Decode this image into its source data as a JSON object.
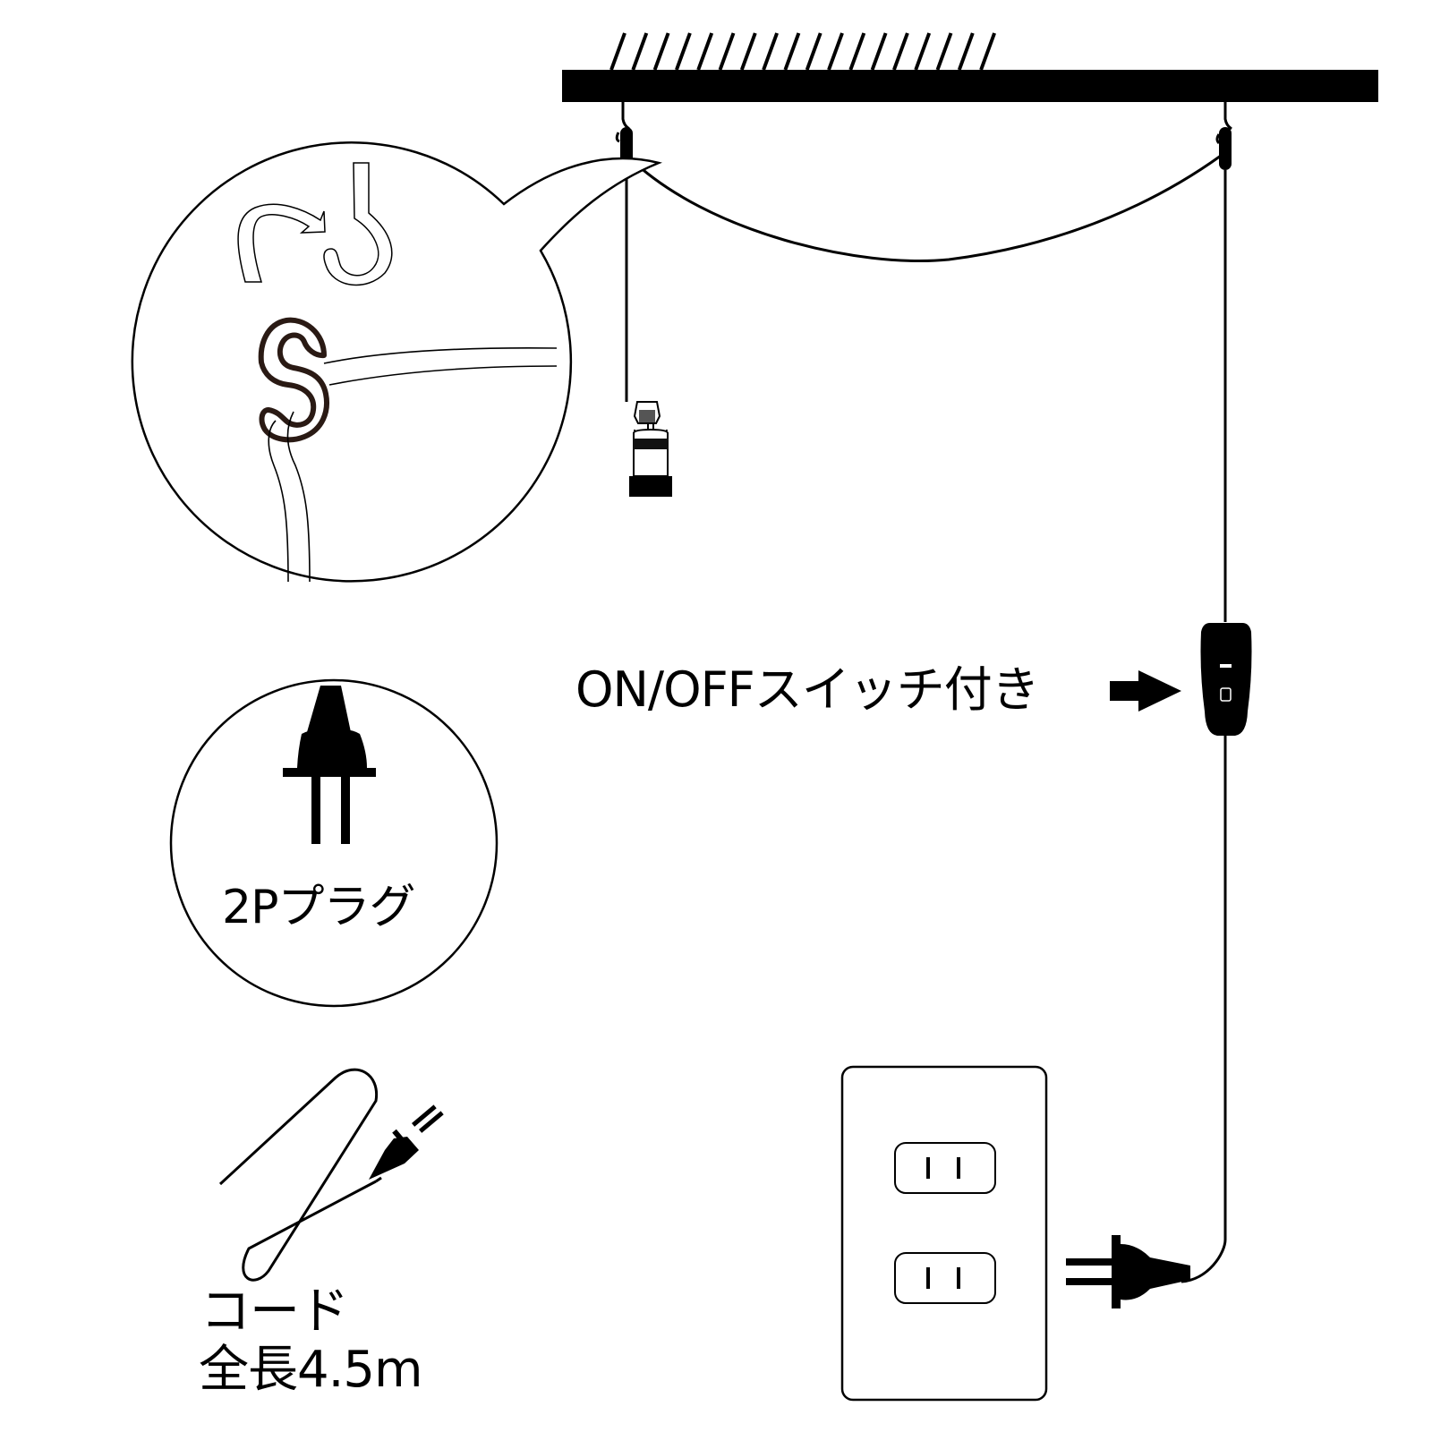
{
  "title": "Pendant light socket installation diagram",
  "labels": {
    "switch": "ON/OFFスイッチ付き",
    "plug": "2Pプラグ",
    "cord_line1": "コード",
    "cord_line2": "全長4.5m"
  },
  "specs": {
    "cord_length_m": 4.5,
    "plug_type": "2P",
    "has_switch": true
  },
  "colors": {
    "line": "#000000",
    "background": "#ffffff"
  },
  "icons": [
    "ceiling-icon",
    "hook-icon",
    "s-hook-icon",
    "lamp-socket-icon",
    "switch-icon",
    "arrow-right-icon",
    "plug-icon",
    "coiled-cord-icon",
    "wall-outlet-icon"
  ]
}
